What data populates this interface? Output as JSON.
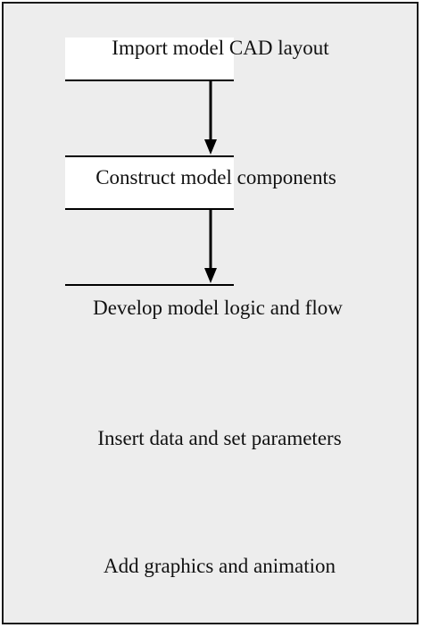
{
  "diagram": {
    "steps": [
      {
        "label": "Import model CAD layout"
      },
      {
        "label": "Construct model components"
      },
      {
        "label": "Develop model logic and flow"
      },
      {
        "label": "Insert data and set parameters"
      },
      {
        "label": "Add graphics and animation"
      }
    ]
  },
  "colors": {
    "frame_background": "#ededed",
    "frame_border": "#1a1a1a",
    "box_background": "#ffffff",
    "line": "#000000",
    "text": "#111111"
  }
}
